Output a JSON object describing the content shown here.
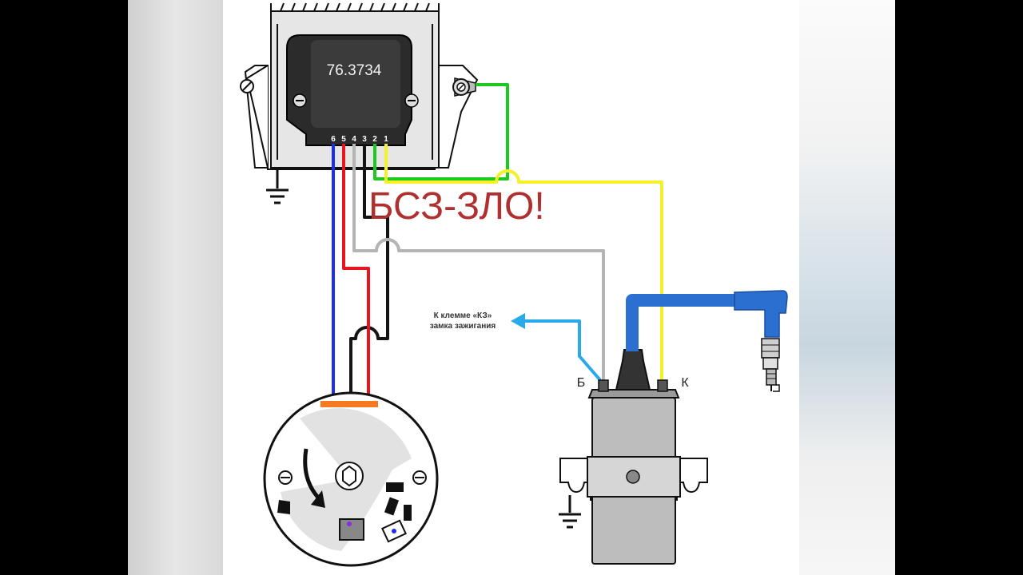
{
  "module": {
    "model": "76.3734",
    "pins": [
      "6",
      "5",
      "4",
      "3",
      "2",
      "1"
    ]
  },
  "overlay": {
    "text": "БСЗ-ЗЛО!",
    "color": "#b03030"
  },
  "coil": {
    "terminal_b": "Б",
    "terminal_k": "К"
  },
  "annotation": {
    "line1": "К клемме «КЗ»",
    "line2": "замка зажигания"
  },
  "wire_colors": {
    "blue": "#1e2ef0",
    "red": "#e8141e",
    "gray": "#b4b4b4",
    "black": "#141414",
    "green": "#1ec81e",
    "yellow": "#f5f028",
    "cyan": "#29a9ea",
    "orange": "#f47920",
    "cap_blue": "#2b6fd1"
  }
}
